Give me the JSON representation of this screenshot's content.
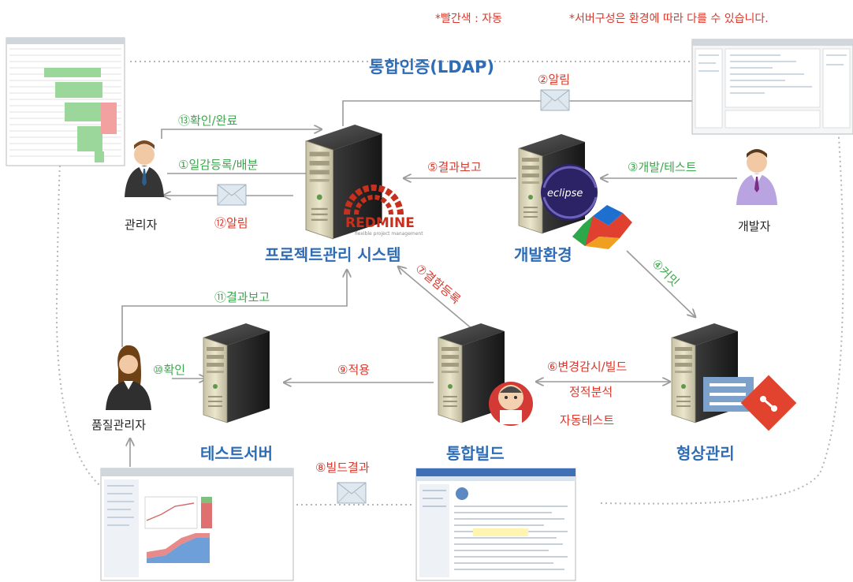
{
  "notes": {
    "red_auto": "*빨간색 : 자동",
    "server_config": "*서버구성은 환경에 따라 다를 수 있습니다."
  },
  "title": "통합인증(LDAP)",
  "colors": {
    "green": "#3da74e",
    "red": "#d9382b",
    "blue": "#2e6db5",
    "line": "#9a9a9a",
    "dotted": "#b5b5b5"
  },
  "systems": {
    "pms": "프로젝트관리 시스템",
    "dev_env": "개발환경",
    "test_server": "테스트서버",
    "build": "통합빌드",
    "scm": "형상관리"
  },
  "actors": {
    "manager": "관리자",
    "developer": "개발자",
    "qa": "품질관리자"
  },
  "logos": {
    "redmine": "REDMINE",
    "redmine_sub": "flexible project management",
    "eclipse": "eclipse"
  },
  "steps": {
    "s1": "①일감등록/배분",
    "s2": "②알림",
    "s3": "③개발/테스트",
    "s4": "④커밋",
    "s5": "⑤결과보고",
    "s6": "⑥변경감시/빌드",
    "s6b": "정적분석",
    "s6c": "자동테스트",
    "s7": "⑦결함등록",
    "s8": "⑧빌드결과",
    "s9": "⑨적용",
    "s10": "⑩확인",
    "s11": "⑪결과보고",
    "s12": "⑫알림",
    "s13": "⑬확인/완료"
  },
  "icons": {
    "server": "server-tower-icon",
    "person": "person-icon",
    "envelope": "envelope-icon",
    "screenshot": "screenshot-thumbnail-icon"
  }
}
